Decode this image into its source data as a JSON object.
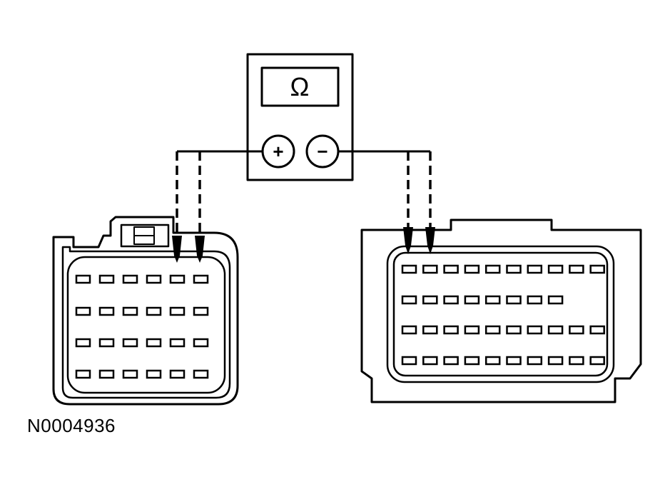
{
  "meter": {
    "display_symbol": "Ω",
    "plus_label": "+",
    "minus_label": "−"
  },
  "figure": {
    "id": "N0004936"
  },
  "connectors": {
    "left": {
      "rows": [
        6,
        6,
        6,
        6
      ]
    },
    "right": {
      "rows": [
        10,
        8,
        10,
        10
      ]
    }
  },
  "colors": {
    "ink": "#000000",
    "background": "#ffffff"
  }
}
